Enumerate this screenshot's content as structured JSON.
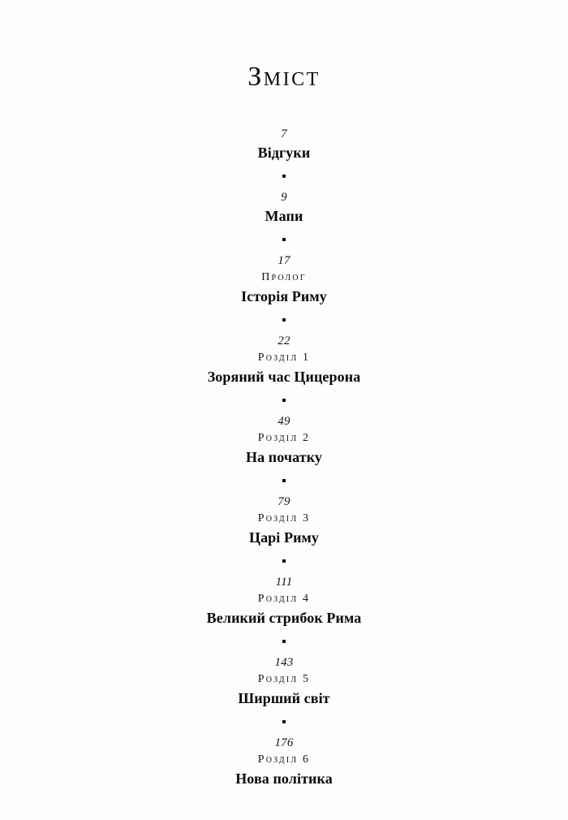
{
  "document": {
    "heading": "Зміст",
    "separator_glyph": "•",
    "background_color": "#fdfdfd",
    "text_color": "#111111"
  },
  "entries": [
    {
      "page": "7",
      "label": "",
      "title": "Відгуки"
    },
    {
      "page": "9",
      "label": "",
      "title": "Мапи"
    },
    {
      "page": "17",
      "label": "Пролог",
      "title": "Історія Риму"
    },
    {
      "page": "22",
      "label": "Розділ 1",
      "title": "Зоряний час Цицерона"
    },
    {
      "page": "49",
      "label": "Розділ 2",
      "title": "На початку"
    },
    {
      "page": "79",
      "label": "Розділ 3",
      "title": "Царі Риму"
    },
    {
      "page": "111",
      "label": "Розділ 4",
      "title": "Великий стрибок Рима"
    },
    {
      "page": "143",
      "label": "Розділ 5",
      "title": "Ширший світ"
    },
    {
      "page": "176",
      "label": "Розділ 6",
      "title": "Нова політика"
    }
  ]
}
